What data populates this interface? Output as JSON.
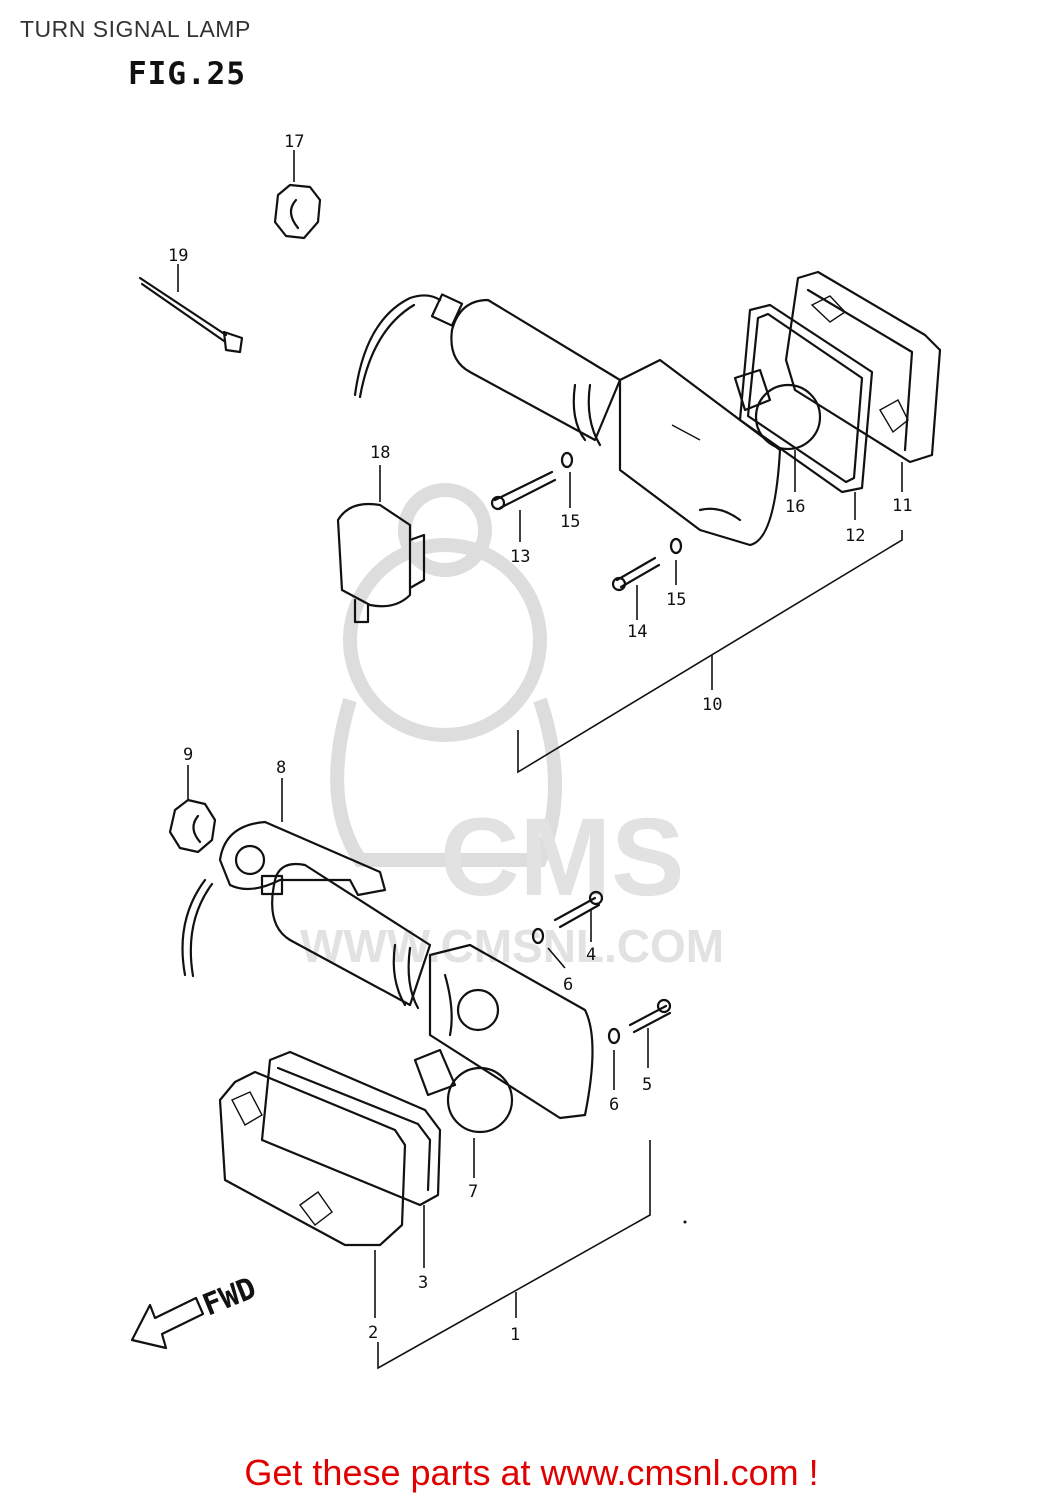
{
  "header": {
    "title": "TURN SIGNAL LAMP",
    "figure": "FIG.25"
  },
  "watermark": {
    "brand": "CMS",
    "site": "WWW.CMSNL.COM",
    "color": "#dddddd"
  },
  "direction_label": "FWD",
  "callouts": {
    "c1": "1",
    "c2": "2",
    "c3": "3",
    "c4": "4",
    "c5": "5",
    "c6a": "6",
    "c6b": "6",
    "c7": "7",
    "c8": "8",
    "c9": "9",
    "c10": "10",
    "c11": "11",
    "c12": "12",
    "c13": "13",
    "c14": "14",
    "c15a": "15",
    "c15b": "15",
    "c16": "16",
    "c17": "17",
    "c18": "18",
    "c19": "19"
  },
  "footer": {
    "cta": "Get these parts at www.cmsnl.com !",
    "color": "#e00000"
  }
}
